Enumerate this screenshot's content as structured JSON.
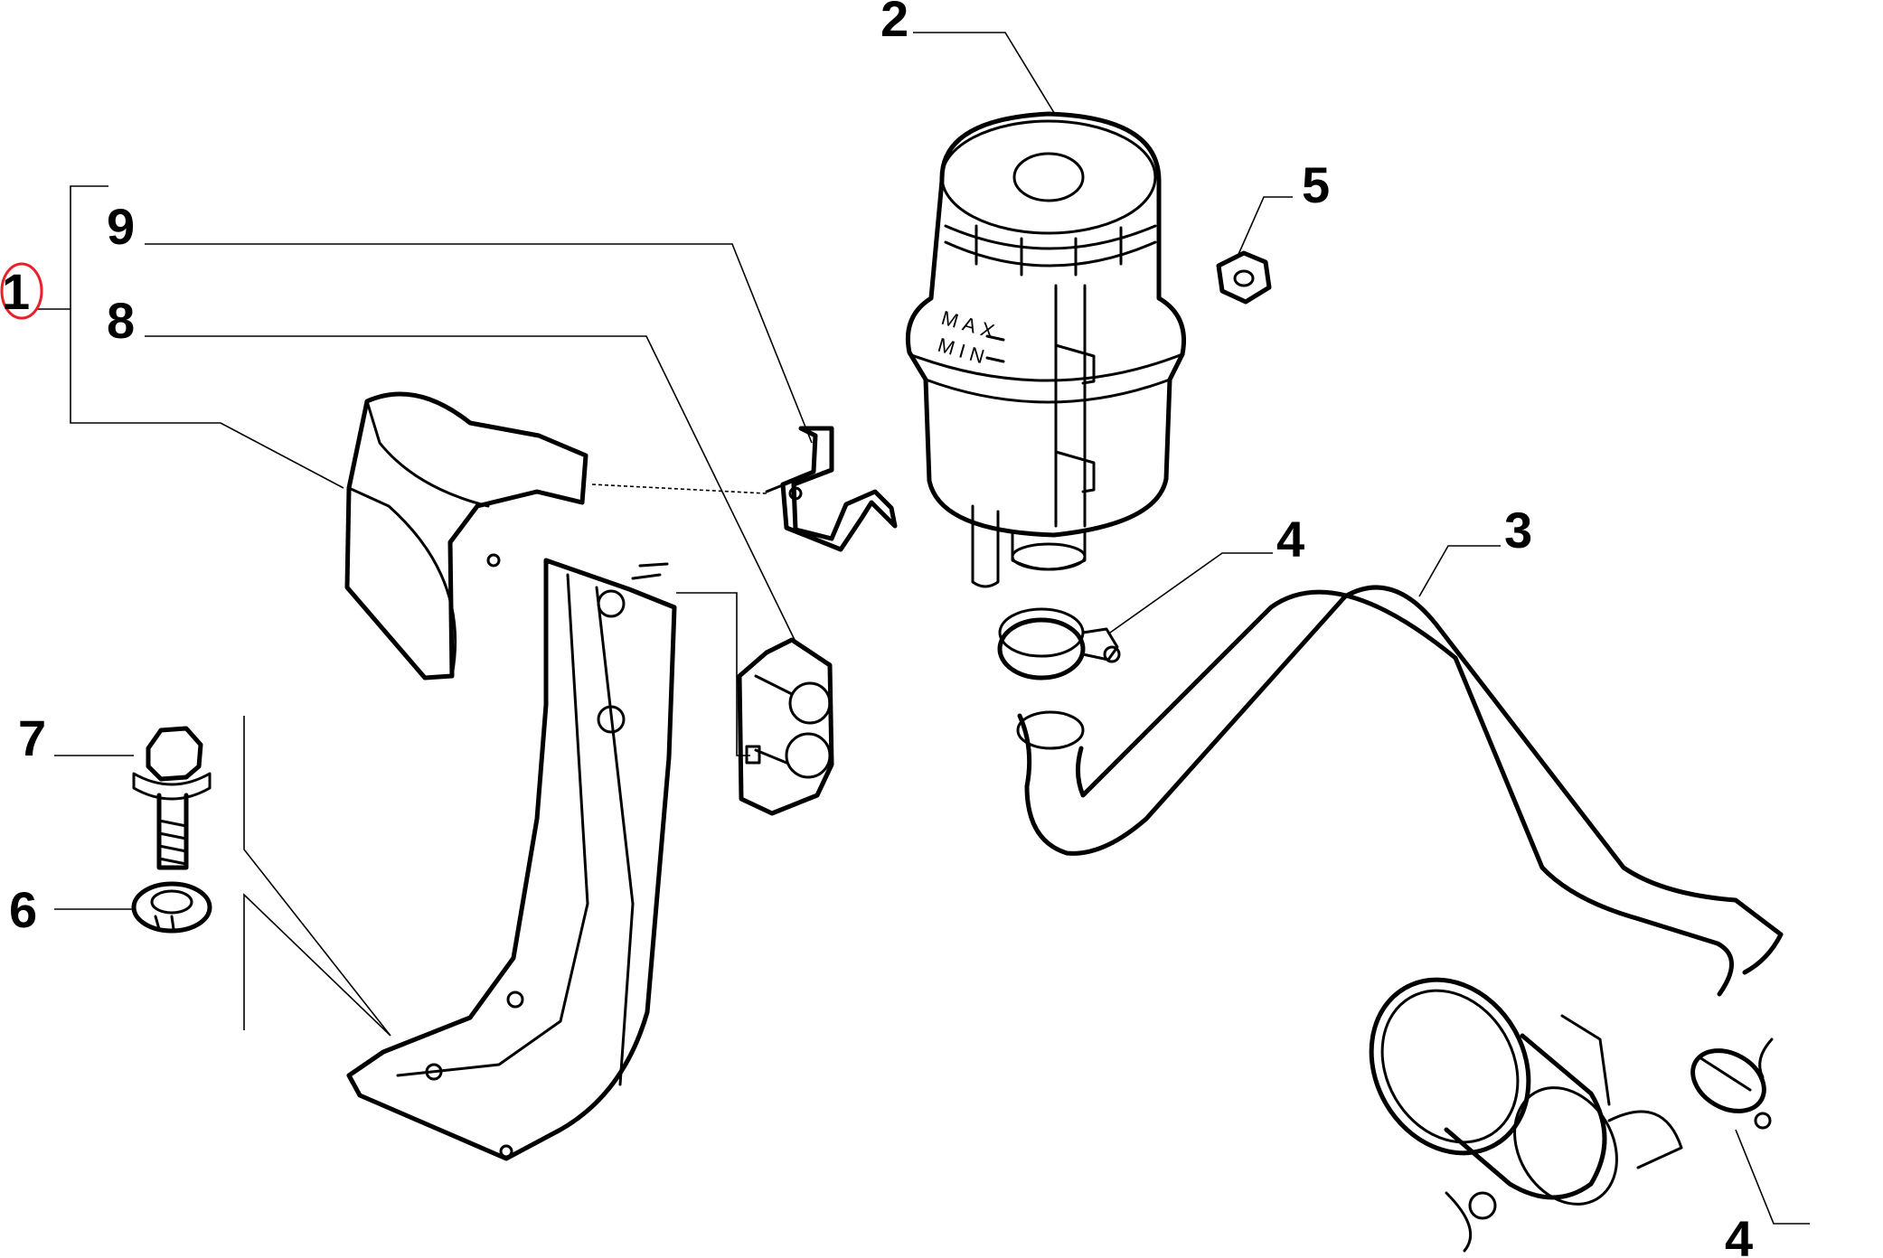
{
  "diagram": {
    "callouts": [
      {
        "id": "callout-1",
        "text": "1"
      },
      {
        "id": "callout-2",
        "text": "2"
      },
      {
        "id": "callout-3",
        "text": "3"
      },
      {
        "id": "callout-4a",
        "text": "4"
      },
      {
        "id": "callout-4b",
        "text": "4"
      },
      {
        "id": "callout-5",
        "text": "5"
      },
      {
        "id": "callout-6",
        "text": "6"
      },
      {
        "id": "callout-7",
        "text": "7"
      },
      {
        "id": "callout-8",
        "text": "8"
      },
      {
        "id": "callout-9",
        "text": "9"
      }
    ],
    "reservoir_marks": {
      "max": "MAX",
      "min": "MIN"
    },
    "highlight_color": "#e8202a"
  }
}
